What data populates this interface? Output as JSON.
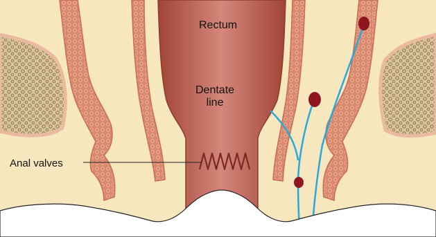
{
  "labels": {
    "rectum": "Rectum",
    "dentate_line_1": "Dentate",
    "dentate_line_2": "line",
    "anal_valves": "Anal valves"
  },
  "colors": {
    "background": "#f7e7bf",
    "rectum_wall": "#b5564a",
    "rectum_highlight": "#d98a78",
    "muscle": "#d98a6e",
    "muscle_texture": "#e8a88c",
    "fat_tissue": "#d8c49a",
    "fat_texture": "#8a6a44",
    "vessel": "#29a9d9",
    "node": "#8e1620",
    "skin": "#ffffff",
    "leader_line": "#222222"
  }
}
